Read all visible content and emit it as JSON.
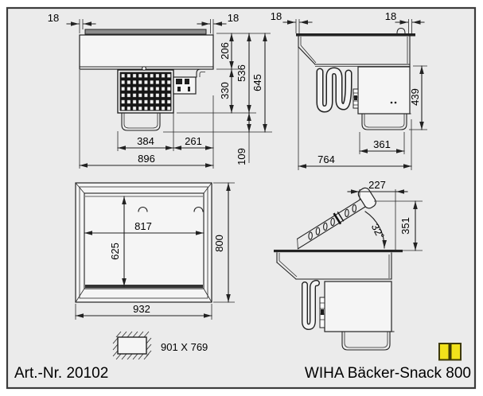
{
  "title": "WIHA Bäcker-Snack 800 technical drawing",
  "front": {
    "overhang_left": "18",
    "overhang_right": "18",
    "upper_height": "206",
    "condenser_height": "330",
    "height_to_condenser_bottom": "536",
    "total_height": "645",
    "tray_height": "109",
    "condenser_width": "384",
    "right_offset": "261",
    "total_width": "896"
  },
  "side": {
    "overhang_left": "18",
    "overhang_right": "18",
    "body_height": "439",
    "tray_width": "361",
    "total_depth": "764"
  },
  "plan": {
    "inner_width": "817",
    "inner_depth": "625",
    "outer_depth": "800",
    "outer_width": "932"
  },
  "lid": {
    "projection": "227",
    "open_angle": "32°",
    "height": "351"
  },
  "cutout": {
    "label": "901 X 769"
  },
  "footer": {
    "article_number": "Art.-Nr. 20102",
    "product_name": "WIHA Bäcker-Snack 800"
  },
  "colors": {
    "canvas": "#ebebeb",
    "line": "#222222",
    "accent_yellow": "#f2e21b"
  }
}
